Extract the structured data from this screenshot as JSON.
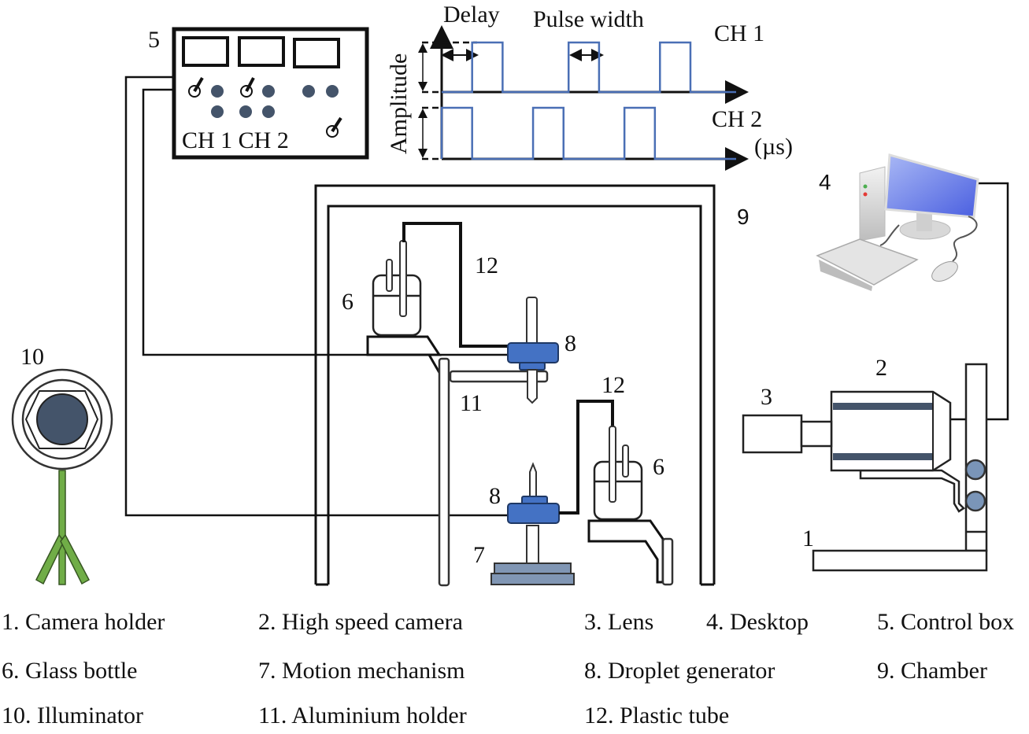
{
  "figure": {
    "title": "Experimental setup for droplet generation and imaging",
    "component_numbers": {
      "camera_holder": "1",
      "high_speed_camera": "2",
      "lens": "3",
      "desktop": "4",
      "control_box": "5",
      "glass_bottle_upper": "6",
      "glass_bottle_lower": "6",
      "motion_mechanism": "7",
      "droplet_generator_upper": "8",
      "droplet_generator_lower": "8",
      "chamber": "9",
      "illuminator": "10",
      "aluminium_holder": "11",
      "plastic_tube_upper": "12",
      "plastic_tube_lower": "12"
    },
    "control_box": {
      "channel_labels": "CH 1 CH 2"
    },
    "pulse_diagram": {
      "delay_label": "Delay",
      "pulse_width_label": "Pulse width",
      "y_axis_label": "Amplitude",
      "ch1_label": "CH 1",
      "ch2_label": "CH 2",
      "time_unit_label": "(µs)",
      "ch1_pulses": [
        [
          0.3,
          0.6
        ],
        [
          1.25,
          1.55
        ],
        [
          2.15,
          2.45
        ]
      ],
      "ch2_pulses": [
        [
          0.0,
          0.3
        ],
        [
          0.9,
          1.2
        ],
        [
          1.8,
          2.1
        ]
      ],
      "time_range": [
        0,
        2.9
      ]
    },
    "colors": {
      "droplet_generator": "#4472c4",
      "pulse_line": "#4a6fb5",
      "stage_plate": "#8096b4",
      "knob": "#44546a",
      "roller": "#7a95b8",
      "illuminator_stand": "#70ad47",
      "monitor_screen": "#5b73e0"
    }
  },
  "legend": {
    "items": [
      {
        "number": "1.",
        "text": "1. Camera holder"
      },
      {
        "number": "2.",
        "text": "2. High speed camera"
      },
      {
        "number": "3.",
        "text": "3. Lens"
      },
      {
        "number": "4.",
        "text": "4. Desktop"
      },
      {
        "number": "5.",
        "text": "5. Control box"
      },
      {
        "number": "6.",
        "text": "6. Glass bottle"
      },
      {
        "number": "7.",
        "text": "7. Motion mechanism"
      },
      {
        "number": "8.",
        "text": "8. Droplet generator"
      },
      {
        "number": "9.",
        "text": "9. Chamber"
      },
      {
        "number": "10.",
        "text": "10. Illuminator"
      },
      {
        "number": "11.",
        "text": "11. Aluminium holder"
      },
      {
        "number": "12.",
        "text": "12. Plastic tube"
      }
    ]
  }
}
